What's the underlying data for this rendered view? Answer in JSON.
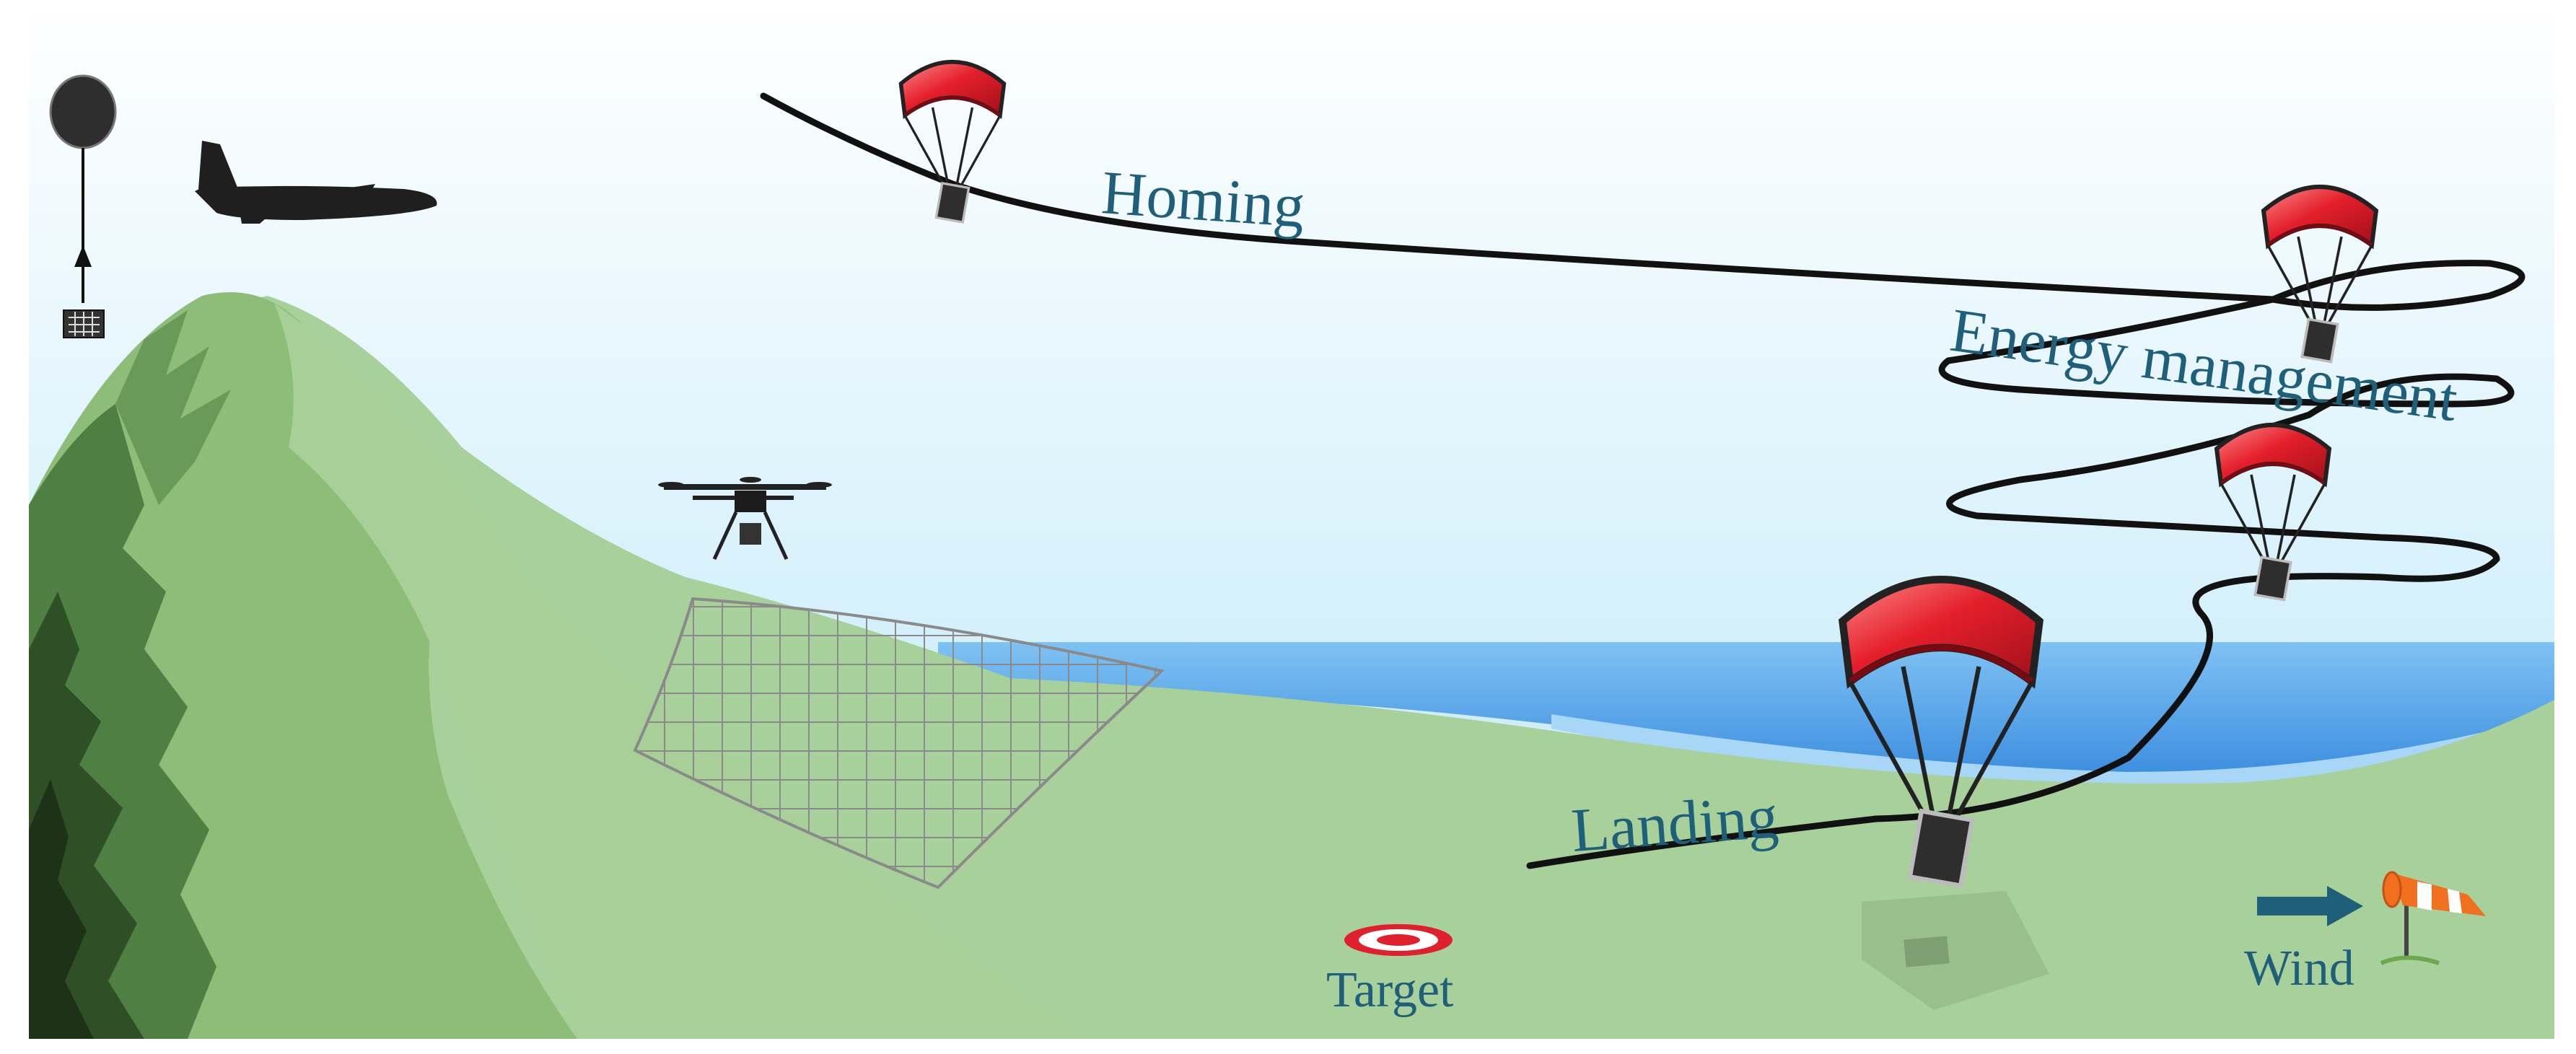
{
  "labels": {
    "homing": "Homing",
    "energy_management": "Energy management",
    "landing": "Landing",
    "target": "Target",
    "wind": "Wind"
  },
  "colors": {
    "sky_top": "#ffffff",
    "sky_bottom": "#bfe9f7",
    "hill_dark": "#8dbd78",
    "hill_light": "#a9cf98",
    "ground": "#a8d09a",
    "sea": "#4c9ae4",
    "sea_light": "#8cc4f2",
    "canopy": "#e0202c",
    "label": "#1f5f7a",
    "target_red": "#e0202c",
    "windsock_orange": "#f07020"
  },
  "icons": [
    "weather-balloon-icon",
    "cargo-plane-icon",
    "drone-icon",
    "parafoil-icon",
    "target-icon",
    "windsock-icon",
    "arrow-right-icon"
  ]
}
